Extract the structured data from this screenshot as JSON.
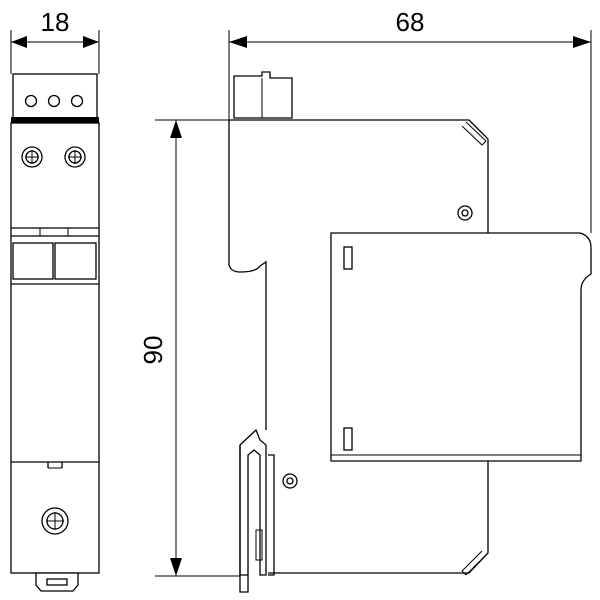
{
  "dimensions": {
    "front_width": "18",
    "side_depth": "68",
    "height": "90"
  },
  "colors": {
    "line": "#000000",
    "background": "#ffffff"
  }
}
